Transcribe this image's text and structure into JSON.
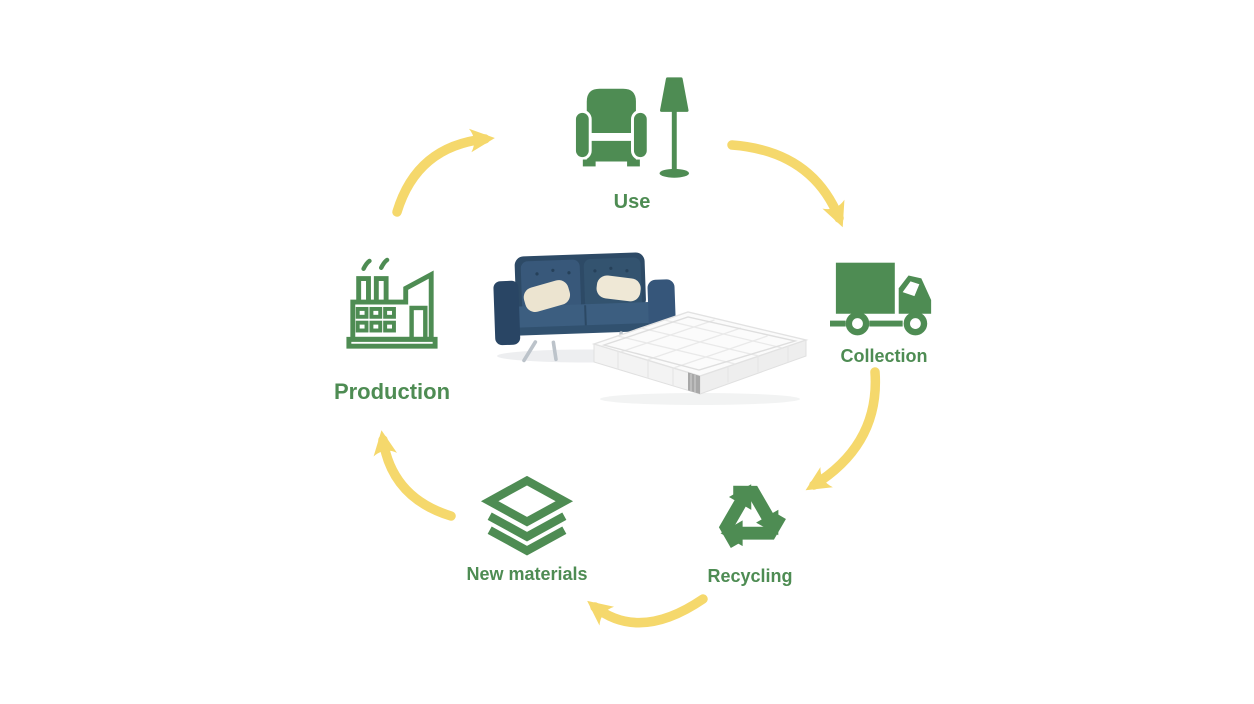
{
  "palette": {
    "green": "#4e8c53",
    "arrow_yellow": "#f5d86c",
    "background": "#ffffff"
  },
  "cycle": {
    "steps": [
      {
        "label": "Use",
        "icon": "armchair-and-floor-lamp-icon"
      },
      {
        "label": "Collection",
        "icon": "delivery-truck-icon"
      },
      {
        "label": "Recycling",
        "icon": "recycling-arrows-icon"
      },
      {
        "label": "New materials",
        "icon": "stacked-layers-icon"
      },
      {
        "label": "Production",
        "icon": "factory-icon"
      }
    ]
  },
  "center_photo": {
    "alt": "Blue fabric sofa with two cream pillows and a white mattress"
  }
}
